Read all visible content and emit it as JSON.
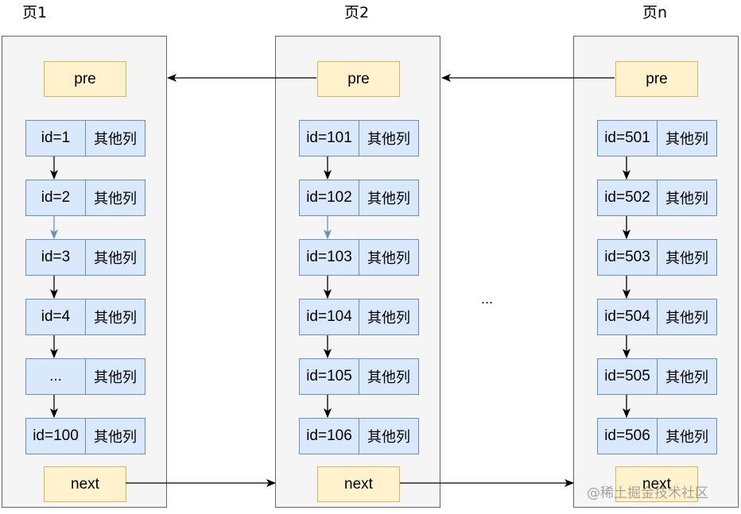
{
  "pages": [
    {
      "title": "页1",
      "pre": "pre",
      "next": "next",
      "records": [
        {
          "id": "id=1",
          "other": "其他列"
        },
        {
          "id": "id=2",
          "other": "其他列"
        },
        {
          "id": "id=3",
          "other": "其他列"
        },
        {
          "id": "id=4",
          "other": "其他列"
        },
        {
          "id": "...",
          "other": "其他列"
        },
        {
          "id": "id=100",
          "other": "其他列"
        }
      ]
    },
    {
      "title": "页2",
      "pre": "pre",
      "next": "next",
      "records": [
        {
          "id": "id=101",
          "other": "其他列"
        },
        {
          "id": "id=102",
          "other": "其他列"
        },
        {
          "id": "id=103",
          "other": "其他列"
        },
        {
          "id": "id=104",
          "other": "其他列"
        },
        {
          "id": "id=105",
          "other": "其他列"
        },
        {
          "id": "id=106",
          "other": "其他列"
        }
      ]
    },
    {
      "title": "页n",
      "pre": "pre",
      "next": "next",
      "records": [
        {
          "id": "id=501",
          "other": "其他列"
        },
        {
          "id": "id=502",
          "other": "其他列"
        },
        {
          "id": "id=503",
          "other": "其他列"
        },
        {
          "id": "id=504",
          "other": "其他列"
        },
        {
          "id": "id=505",
          "other": "其他列"
        },
        {
          "id": "id=506",
          "other": "其他列"
        }
      ]
    }
  ],
  "ellipsis": "...",
  "watermark": "@稀土掘金技术社区",
  "colors": {
    "page_fill": "#f5f5f5",
    "page_border": "#666666",
    "pointer_fill": "#fff2cc",
    "pointer_border": "#d6b656",
    "record_fill": "#dae8fc",
    "record_border": "#6c8ebf",
    "arrow_dark": "#000000",
    "arrow_light": "#6c8ebf"
  }
}
